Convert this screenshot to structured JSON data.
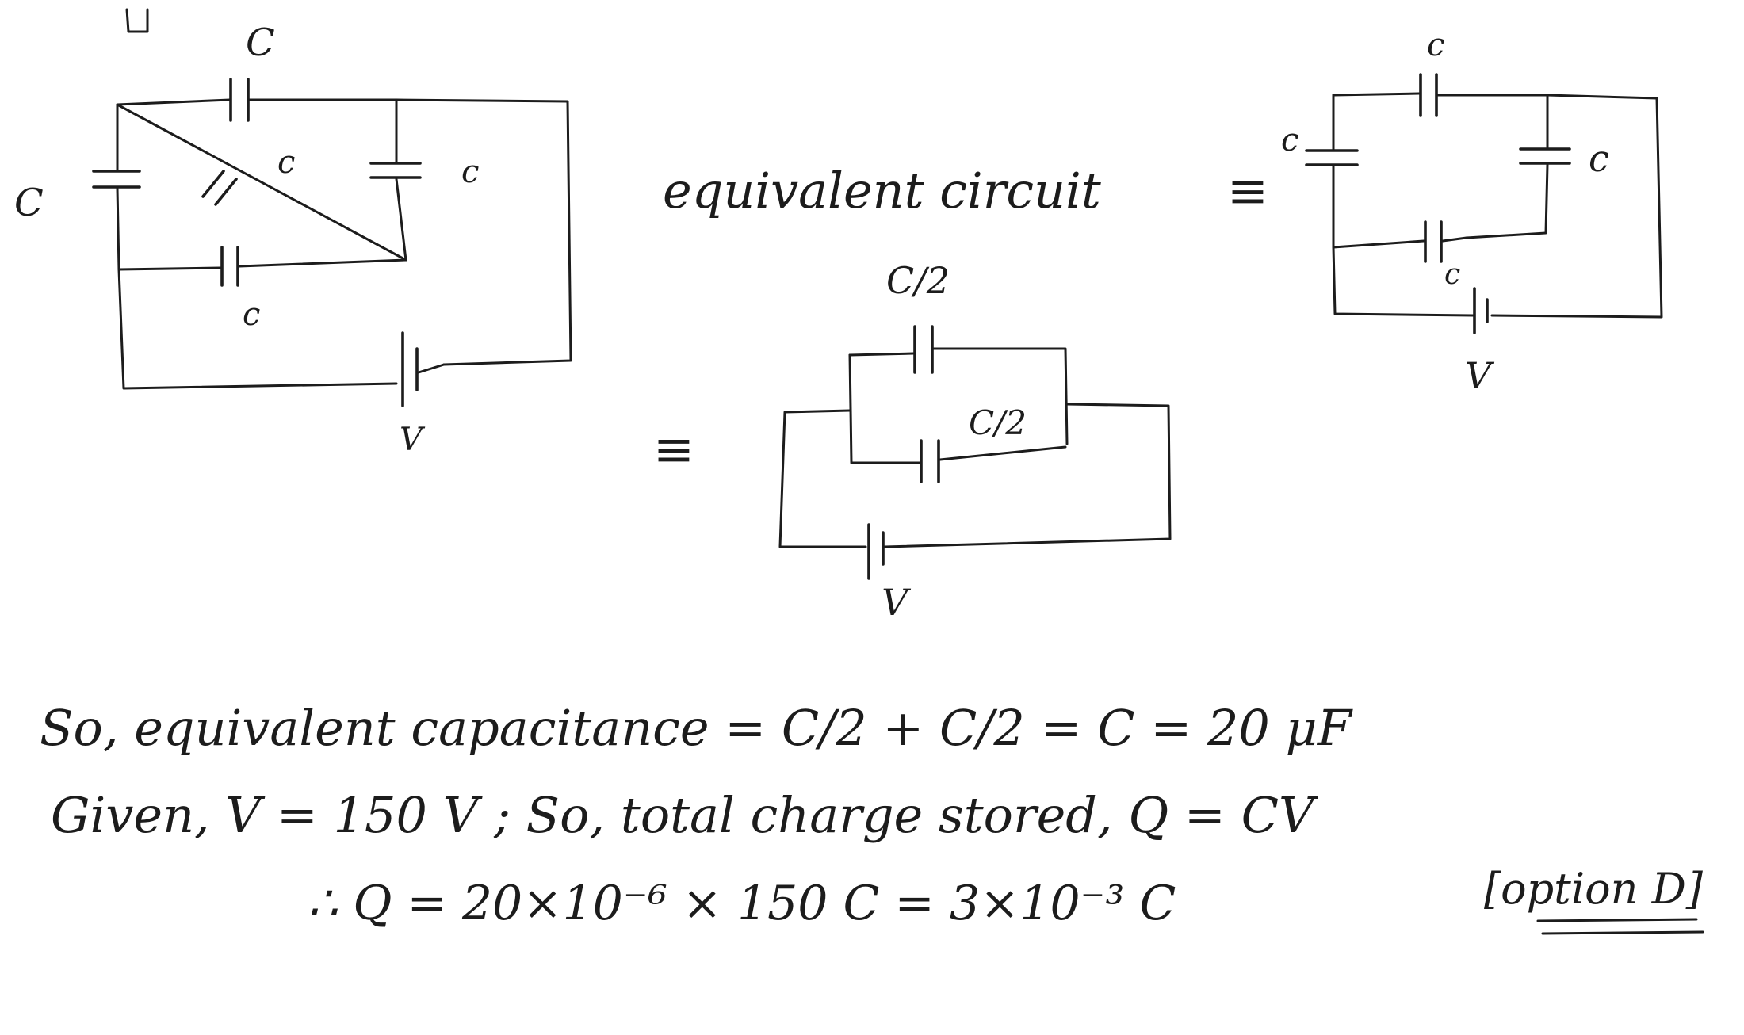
{
  "diagram": {
    "labels": {
      "cap_c": "C",
      "cap_c_lower": "c",
      "voltage": "V",
      "half_c": "C/2",
      "equiv": "≡",
      "equiv_circuit_text": "equivalent circuit"
    }
  },
  "solution": {
    "line1": "So, equivalent capacitance = C/2 + C/2 = C = 20 μF",
    "line2": "Given, V = 150 V ; So, total charge stored, Q = CV",
    "line3": "∴ Q = 20×10⁻⁶ × 150 C = 3×10⁻³ C",
    "answer": "[option D]"
  }
}
